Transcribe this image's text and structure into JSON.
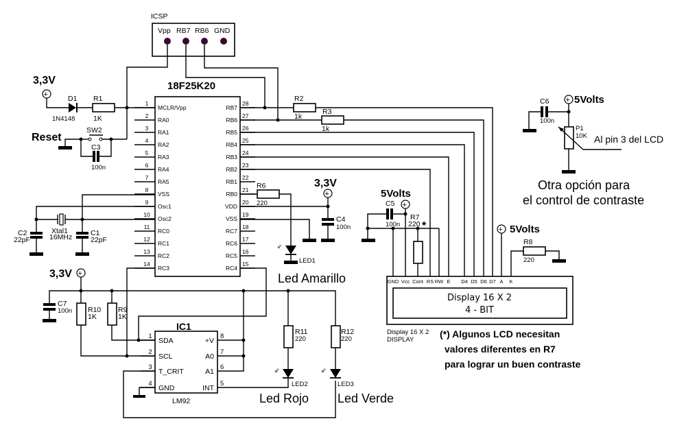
{
  "icsp": {
    "title": "ICSP",
    "pins": [
      "Vpp",
      "RB7",
      "RB6",
      "GND"
    ]
  },
  "mcu": {
    "name": "18F25K20",
    "left_pins": [
      {
        "num": "1",
        "name": "MCLR/Vpp"
      },
      {
        "num": "2",
        "name": "RA0"
      },
      {
        "num": "3",
        "name": "RA1"
      },
      {
        "num": "4",
        "name": "RA2"
      },
      {
        "num": "5",
        "name": "RA3"
      },
      {
        "num": "6",
        "name": "RA4"
      },
      {
        "num": "7",
        "name": "RA5"
      },
      {
        "num": "8",
        "name": "VSS"
      },
      {
        "num": "9",
        "name": "Osc1"
      },
      {
        "num": "10",
        "name": "Osc2"
      },
      {
        "num": "11",
        "name": "RC0"
      },
      {
        "num": "12",
        "name": "RC1"
      },
      {
        "num": "13",
        "name": "RC2"
      },
      {
        "num": "14",
        "name": "RC3"
      }
    ],
    "right_pins": [
      {
        "num": "28",
        "name": "RB7"
      },
      {
        "num": "27",
        "name": "RB6"
      },
      {
        "num": "26",
        "name": "RB5"
      },
      {
        "num": "25",
        "name": "RB4"
      },
      {
        "num": "24",
        "name": "RB3"
      },
      {
        "num": "23",
        "name": "RB2"
      },
      {
        "num": "22",
        "name": "RB1"
      },
      {
        "num": "21",
        "name": "RB0"
      },
      {
        "num": "20",
        "name": "VDD"
      },
      {
        "num": "19",
        "name": "VSS"
      },
      {
        "num": "18",
        "name": "RC7"
      },
      {
        "num": "17",
        "name": "RC6"
      },
      {
        "num": "16",
        "name": "RC5"
      },
      {
        "num": "15",
        "name": "RC4"
      }
    ]
  },
  "supplies": {
    "v33": "3,3V",
    "v5": "5Volts"
  },
  "components": {
    "d1": {
      "ref": "D1",
      "value": "1N4148"
    },
    "r1": {
      "ref": "R1",
      "value": "1K"
    },
    "sw2": {
      "ref": "SW2"
    },
    "reset_label": "Reset",
    "c3": {
      "ref": "C3",
      "value": "100n"
    },
    "c2": {
      "ref": "C2",
      "value": "22pF"
    },
    "c1": {
      "ref": "C1",
      "value": "22pF"
    },
    "xtal": {
      "ref": "Xtal1",
      "value": "16MHz"
    },
    "r2": {
      "ref": "R2",
      "value": "1k"
    },
    "r3": {
      "ref": "R3",
      "value": "1k"
    },
    "r6": {
      "ref": "R6",
      "value": "220"
    },
    "c4": {
      "ref": "C4",
      "value": "100n"
    },
    "led1": {
      "ref": "LED1",
      "label": "Led Amarillo"
    },
    "c5": {
      "ref": "C5",
      "value": "100n"
    },
    "r7": {
      "ref": "R7",
      "value": "220",
      "mark": "*"
    },
    "r8": {
      "ref": "R8",
      "value": "220"
    },
    "c6": {
      "ref": "C6",
      "value": "100n"
    },
    "p1": {
      "ref": "P1",
      "value": "10K"
    },
    "c7": {
      "ref": "C7",
      "value": "100n"
    },
    "r10": {
      "ref": "R10",
      "value": "1K"
    },
    "r9": {
      "ref": "R9",
      "value": "1K"
    },
    "r11": {
      "ref": "R11",
      "value": "220"
    },
    "r12": {
      "ref": "R12",
      "value": "220"
    },
    "led2": {
      "ref": "LED2",
      "label": "Led Rojo"
    },
    "led3": {
      "ref": "LED3",
      "label": "Led Verde"
    }
  },
  "ic1": {
    "ref": "IC1",
    "part": "LM92",
    "left_pins": [
      {
        "num": "1",
        "name": "SDA"
      },
      {
        "num": "2",
        "name": "SCL"
      },
      {
        "num": "3",
        "name": "T_CRIT"
      },
      {
        "num": "4",
        "name": "GND"
      }
    ],
    "right_pins": [
      {
        "num": "8",
        "name": "+V"
      },
      {
        "num": "7",
        "name": "A0"
      },
      {
        "num": "6",
        "name": "A1"
      },
      {
        "num": "5",
        "name": "INT"
      }
    ]
  },
  "lcd": {
    "pins": [
      "GND",
      "Vcc",
      "Cont",
      "RS",
      "RW",
      "E",
      "D4",
      "D5",
      "D6",
      "D7",
      "A",
      "K"
    ],
    "screen_line1": "Display 16 X 2",
    "screen_line2": "4 - BIT",
    "caption1": "Display 16 X 2",
    "caption2": "DISPLAY"
  },
  "notes": {
    "contrast_pin": "Al pin 3 del LCD",
    "alt_option_line1": "Otra opción para",
    "alt_option_line2": "el control de contraste",
    "footnote_line1": "(*) Algunos LCD necesitan",
    "footnote_line2": "valores diferentes en R7",
    "footnote_line3": "para lograr un buen contraste"
  }
}
